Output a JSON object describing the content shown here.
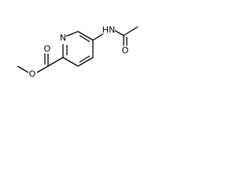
{
  "molecule": {
    "atom_labels": {
      "ring_nitrogen": "N",
      "amide_nitrogen": "HN",
      "amide_oxygen": "O",
      "carbonyl_oxygen": "O",
      "ester_oxygen": "O"
    }
  }
}
